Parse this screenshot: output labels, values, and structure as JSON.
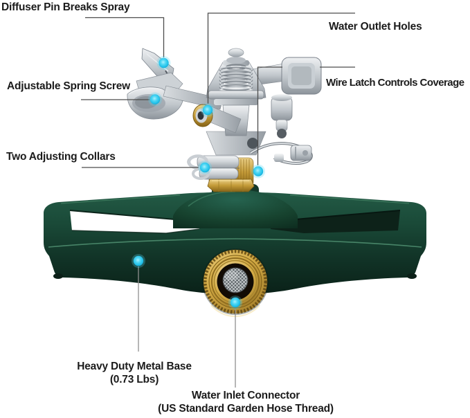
{
  "figure": {
    "kind": "annotated product callout diagram",
    "background": "#ffffff"
  },
  "colors": {
    "marker_dot": "#2cc8ee",
    "leader_line_dark": "#4c4c4c",
    "leader_line_light": "#8f8f8f",
    "label_text": "#1b1b1b",
    "base_green": "#15402f",
    "brass": "#c49b38",
    "head_gray": "#c3c9ce"
  },
  "annotations": [
    {
      "id": "diffuser-pin",
      "label": "Diffuser Pin Breaks Spray"
    },
    {
      "id": "water-outlet-holes",
      "label": "Water Outlet Holes"
    },
    {
      "id": "adjustable-spring-screw",
      "label": "Adjustable Spring Screw"
    },
    {
      "id": "wire-latch",
      "label": "Wire Latch Controls Coverage"
    },
    {
      "id": "adjusting-collars",
      "label": "Two Adjusting Collars"
    },
    {
      "id": "metal-base",
      "label": "Heavy Duty Metal Base",
      "sublabel": "(0.73 Lbs)"
    },
    {
      "id": "water-inlet",
      "label": "Water Inlet Connector",
      "sublabel": "(US Standard Garden Hose Thread)"
    }
  ]
}
